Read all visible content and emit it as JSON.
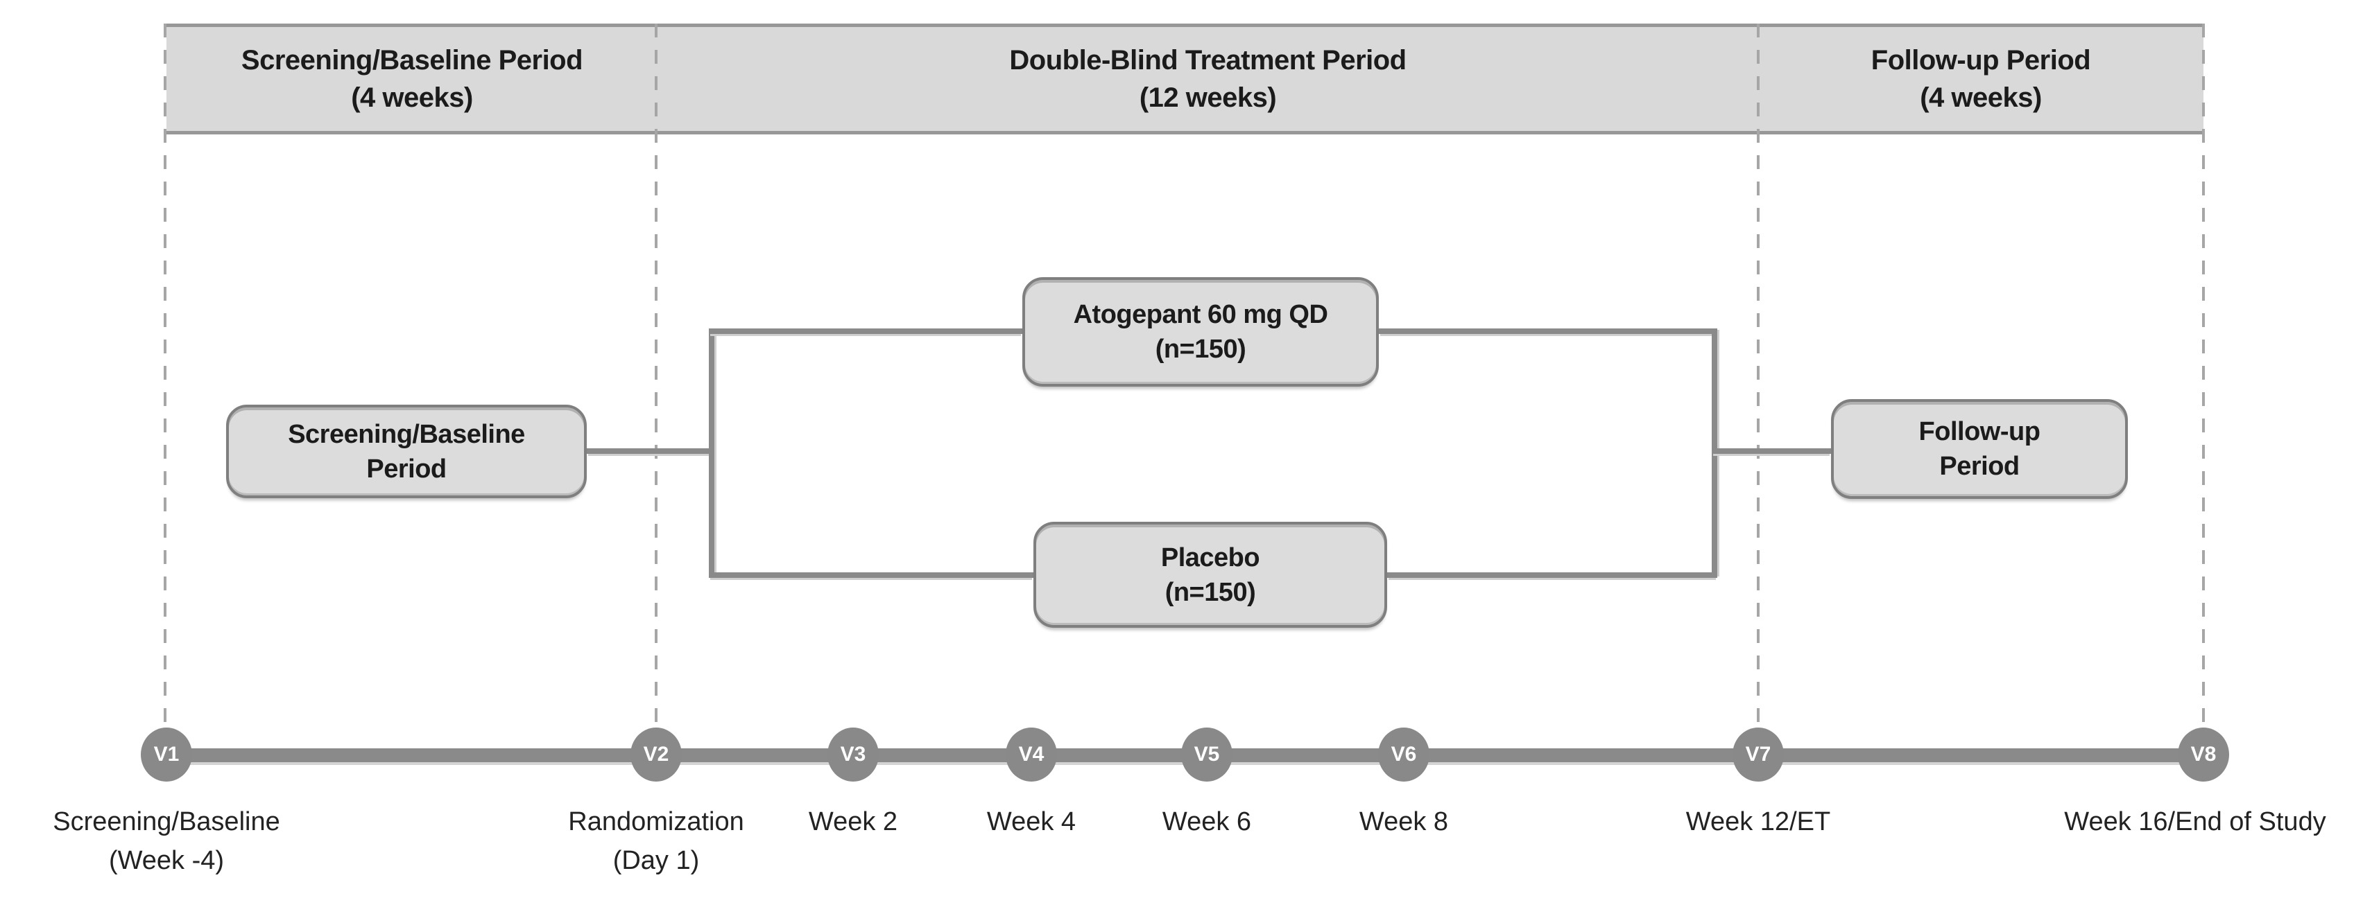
{
  "header": {
    "periods": [
      {
        "line1": "Screening/Baseline Period",
        "line2": "(4 weeks)"
      },
      {
        "line1": "Double-Blind Treatment Period",
        "line2": "(12 weeks)"
      },
      {
        "line1": "Follow-up Period",
        "line2": "(4 weeks)"
      }
    ]
  },
  "flow": {
    "screening": {
      "line1": "Screening/Baseline",
      "line2": "Period"
    },
    "atogepant": {
      "line1": "Atogepant 60 mg QD",
      "line2": "(n=150)"
    },
    "placebo": {
      "line1": "Placebo",
      "line2": "(n=150)"
    },
    "followup": {
      "line1": "Follow-up",
      "line2": "Period"
    }
  },
  "timeline": {
    "visits": [
      {
        "id": "V1",
        "line1": "Screening/Baseline",
        "line2": "(Week -4)"
      },
      {
        "id": "V2",
        "line1": "Randomization",
        "line2": "(Day 1)"
      },
      {
        "id": "V3",
        "line1": "Week 2",
        "line2": ""
      },
      {
        "id": "V4",
        "line1": "Week 4",
        "line2": ""
      },
      {
        "id": "V5",
        "line1": "Week 6",
        "line2": ""
      },
      {
        "id": "V6",
        "line1": "Week 8",
        "line2": ""
      },
      {
        "id": "V7",
        "line1": "Week 12/ET",
        "line2": ""
      },
      {
        "id": "V8",
        "line1": "Week 16/End of Study",
        "line2": ""
      }
    ]
  },
  "colors": {
    "band_fill": "#d9d9d9",
    "band_border": "#979797",
    "box_fill": "#dcdcdc",
    "box_border": "#7f7f7f",
    "connector": "#8a8a8a",
    "dashed_line": "#a6a6a6",
    "timeline_bar": "#8a8a8a",
    "visit_marker_fill": "#898989",
    "visit_marker_text": "#ffffff",
    "text": "#1b1b1b"
  }
}
